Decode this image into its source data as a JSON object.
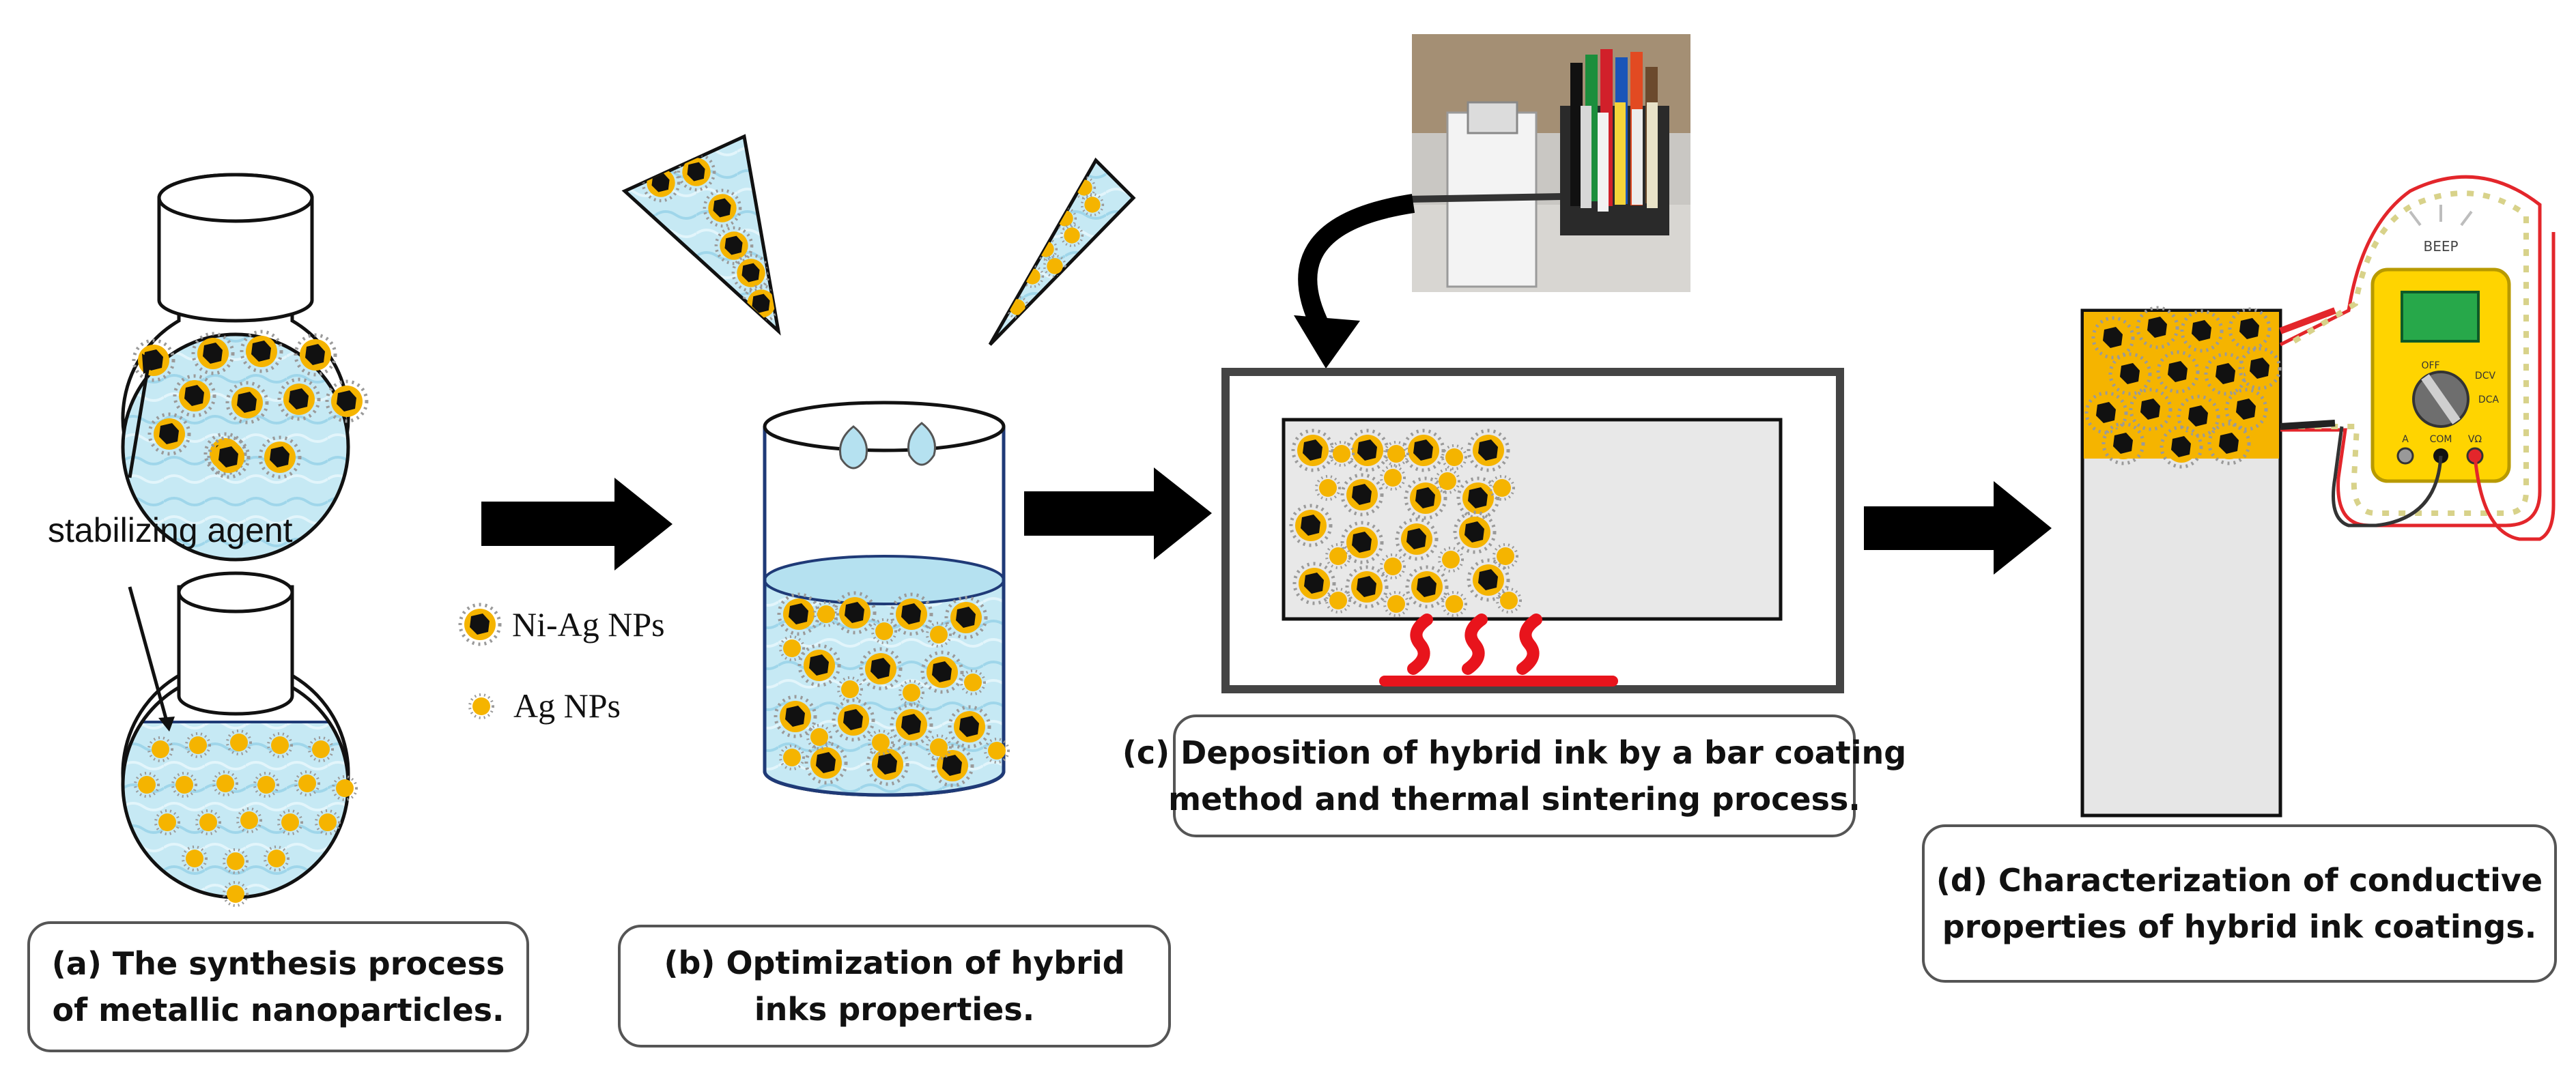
{
  "labels": {
    "stabilizing_agent": "stabilizing agent",
    "legend_ni_ag": "Ni-Ag NPs",
    "legend_ag": "Ag NPs",
    "beep": "BEEP",
    "meter_off": "OFF",
    "meter_dcv": "DCV",
    "meter_dca": "DCA",
    "meter_a": "A",
    "meter_com": "COM",
    "meter_vo": "VΩ"
  },
  "captions": {
    "a": [
      "(a) The synthesis process",
      "of metallic nanoparticles."
    ],
    "b": [
      "(b) Optimization  of hybrid",
      "inks properties."
    ],
    "c": [
      "(c) Deposition of hybrid ink by a bar coating",
      "method and thermal sintering process."
    ],
    "d": [
      "(d) Characterization  of conductive",
      "properties of hybrid  ink coatings."
    ]
  },
  "colors": {
    "solution": "#bfe6f2",
    "particle_shell": "#f5b400",
    "particle_core": "#111111",
    "stabilizer": "#9a9a9a",
    "heater": "#e8141c",
    "meter_body": "#ffd400",
    "meter_screen": "#27a84a",
    "probe_red": "#e3262b",
    "coating_bg": "#e8e8e8"
  }
}
